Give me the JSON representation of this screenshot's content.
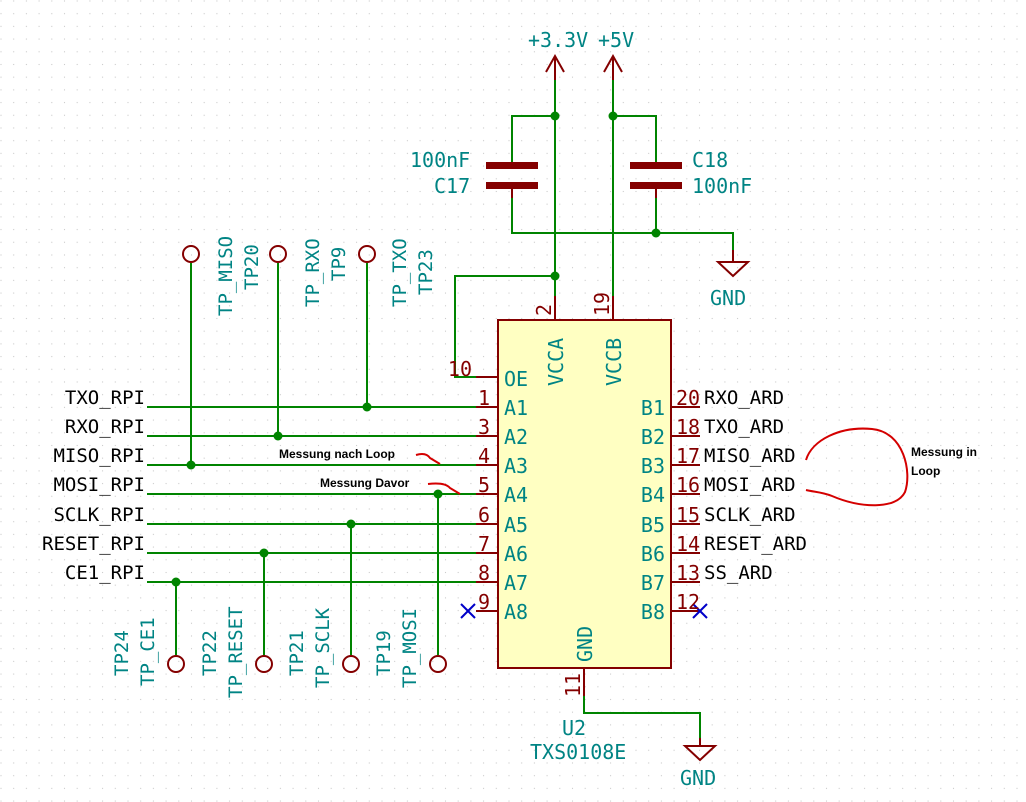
{
  "power": {
    "v33": "+3.3V",
    "v5": "+5V",
    "gnd_top": "GND",
    "gnd_bottom": "GND"
  },
  "capacitors": {
    "c17": {
      "value": "100nF",
      "ref": "C17"
    },
    "c18": {
      "ref": "C18",
      "value": "100nF"
    }
  },
  "ic": {
    "ref": "U2",
    "part": "TXS0108E",
    "vcca": "VCCA",
    "vccb": "VCCB",
    "gnd": "GND",
    "pin_vcca": "2",
    "pin_vccb": "19",
    "pin_gnd": "11",
    "left_pins": [
      {
        "num": "10",
        "name": "OE"
      },
      {
        "num": "1",
        "name": "A1"
      },
      {
        "num": "3",
        "name": "A2"
      },
      {
        "num": "4",
        "name": "A3"
      },
      {
        "num": "5",
        "name": "A4"
      },
      {
        "num": "6",
        "name": "A5"
      },
      {
        "num": "7",
        "name": "A6"
      },
      {
        "num": "8",
        "name": "A7"
      },
      {
        "num": "9",
        "name": "A8"
      }
    ],
    "right_pins": [
      {
        "num": "20",
        "name": "B1"
      },
      {
        "num": "18",
        "name": "B2"
      },
      {
        "num": "17",
        "name": "B3"
      },
      {
        "num": "16",
        "name": "B4"
      },
      {
        "num": "15",
        "name": "B5"
      },
      {
        "num": "14",
        "name": "B6"
      },
      {
        "num": "13",
        "name": "B7"
      },
      {
        "num": "12",
        "name": "B8"
      }
    ]
  },
  "rpi_labels": [
    "TXO_RPI",
    "RXO_RPI",
    "MISO_RPI",
    "MOSI_RPI",
    "SCLK_RPI",
    "RESET_RPI",
    "CE1_RPI"
  ],
  "ard_labels": [
    "RXO_ARD",
    "TXO_ARD",
    "MISO_ARD",
    "MOSI_ARD",
    "SCLK_ARD",
    "RESET_ARD",
    "SS_ARD"
  ],
  "testpoints_top": [
    {
      "name": "TP_MISO",
      "ref": "TP20"
    },
    {
      "name": "TP_RXO",
      "ref": "TP9"
    },
    {
      "name": "TP_TXO",
      "ref": "TP23"
    }
  ],
  "testpoints_bottom": [
    {
      "ref": "TP24",
      "name": "TP_CE1"
    },
    {
      "ref": "TP22",
      "name": "TP_RESET"
    },
    {
      "ref": "TP21",
      "name": "TP_SCLK"
    },
    {
      "ref": "TP19",
      "name": "TP_MOSI"
    }
  ],
  "annotations": {
    "nach_loop": "Messung nach Loop",
    "davor": "Messung Davor",
    "in_loop_line1": "Messung in",
    "in_loop_line2": "Loop"
  },
  "colors": {
    "wire": "#008400",
    "symbol": "#840000",
    "label": "#008484",
    "ic_fill": "#ffffc2",
    "no_connect": "#0000c8",
    "annotation": "#d40000"
  }
}
